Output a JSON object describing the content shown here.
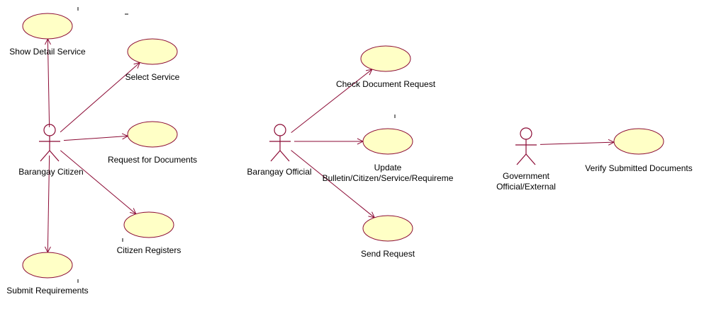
{
  "actors": [
    {
      "id": "barangay-citizen",
      "label": "Barangay Citizen"
    },
    {
      "id": "barangay-official",
      "label": "Barangay Official"
    },
    {
      "id": "government-official",
      "label_lines": [
        "Government",
        "Official/External"
      ]
    }
  ],
  "use_cases": [
    {
      "id": "show-detail-service",
      "label": "Show Detail Service"
    },
    {
      "id": "select-service",
      "label": "Select Service"
    },
    {
      "id": "request-for-documents",
      "label": "Request for Documents"
    },
    {
      "id": "citizen-registers",
      "label": "Citizen Registers"
    },
    {
      "id": "submit-requirements",
      "label": "Submit Requirements"
    },
    {
      "id": "check-document-request",
      "label": "Check Document Request"
    },
    {
      "id": "update-bulletin",
      "label_lines": [
        "Update",
        "Bulletin/Citizen/Service/Requireme"
      ]
    },
    {
      "id": "send-request",
      "label": "Send Request"
    },
    {
      "id": "verify-submitted-documents",
      "label": "Verify Submitted Documents"
    }
  ],
  "associations": [
    {
      "from": "barangay-citizen",
      "to": "show-detail-service"
    },
    {
      "from": "barangay-citizen",
      "to": "select-service"
    },
    {
      "from": "barangay-citizen",
      "to": "request-for-documents"
    },
    {
      "from": "barangay-citizen",
      "to": "citizen-registers"
    },
    {
      "from": "barangay-citizen",
      "to": "submit-requirements"
    },
    {
      "from": "barangay-official",
      "to": "check-document-request"
    },
    {
      "from": "barangay-official",
      "to": "update-bulletin"
    },
    {
      "from": "barangay-official",
      "to": "send-request"
    },
    {
      "from": "government-official",
      "to": "verify-submitted-documents"
    }
  ],
  "colors": {
    "line": "#8b0a34",
    "use_case_fill": "#ffffc6",
    "text": "#000000"
  }
}
